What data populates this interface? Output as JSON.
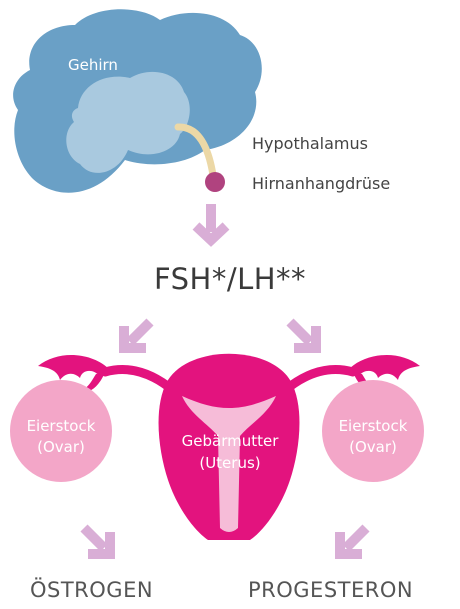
{
  "labels": {
    "brain": "Gehirn",
    "hypothalamus": "Hypothalamus",
    "pituitary": "Hirnanhangdrüse",
    "hormones": "FSH*/LH**",
    "ovary_left_line1": "Eierstock",
    "ovary_left_line2": "(Ovar)",
    "uterus_line1": "Gebärmutter",
    "uterus_line2": "(Uterus)",
    "ovary_right_line1": "Eierstock",
    "ovary_right_line2": "(Ovar)",
    "output_left": "ÖSTROGEN",
    "output_right": "PROGESTERON"
  },
  "colors": {
    "brain_outer": "#6aa0c6",
    "brain_inner": "#a9c9df",
    "stalk": "#ecd8a6",
    "pituitary": "#b0437f",
    "arrow": "#d9aed6",
    "uterus": "#e3137e",
    "ovary": "#f3a6c8",
    "uterus_cavity": "#f6bcd8"
  }
}
